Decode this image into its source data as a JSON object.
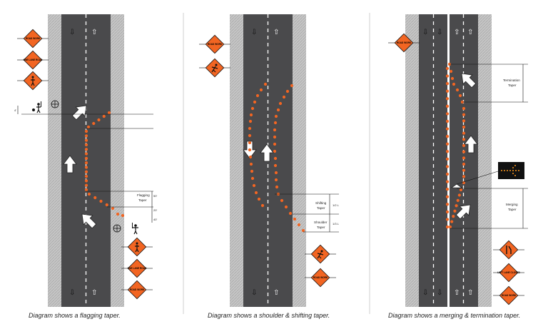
{
  "panels": [
    {
      "caption": "Diagram shows a flagging taper.",
      "label_flagging_taper": "Flagging\nTaper",
      "signs": [
        "ROAD WORK",
        "ONE LANE ROAD",
        "",
        "",
        "ONE LANE ROAD",
        "ROAD WORK"
      ]
    },
    {
      "caption": "Diagram shows a shoulder & shifting taper.",
      "label_shifting_taper": "Shifting\nTaper",
      "label_shoulder_taper": "Shoulder\nTaper",
      "dim_shifting": "1/2 L",
      "dim_shoulder": "1/3 L",
      "signs": [
        "ROAD WORK",
        "",
        "",
        "ROAD WORK"
      ]
    },
    {
      "caption": "Diagram shows a merging & termination taper.",
      "label_termination_taper": "Termination\nTaper",
      "label_merging_taper": "Merging\nTaper",
      "signs": [
        "ROAD WORK",
        "",
        "LEFT LANE CLOSED",
        "ROAD WORK"
      ]
    }
  ],
  "colors": {
    "road": "#4a4a4c",
    "shoulder": "#bdbdbd",
    "cone": "#f26522",
    "sign": "#f26522"
  }
}
